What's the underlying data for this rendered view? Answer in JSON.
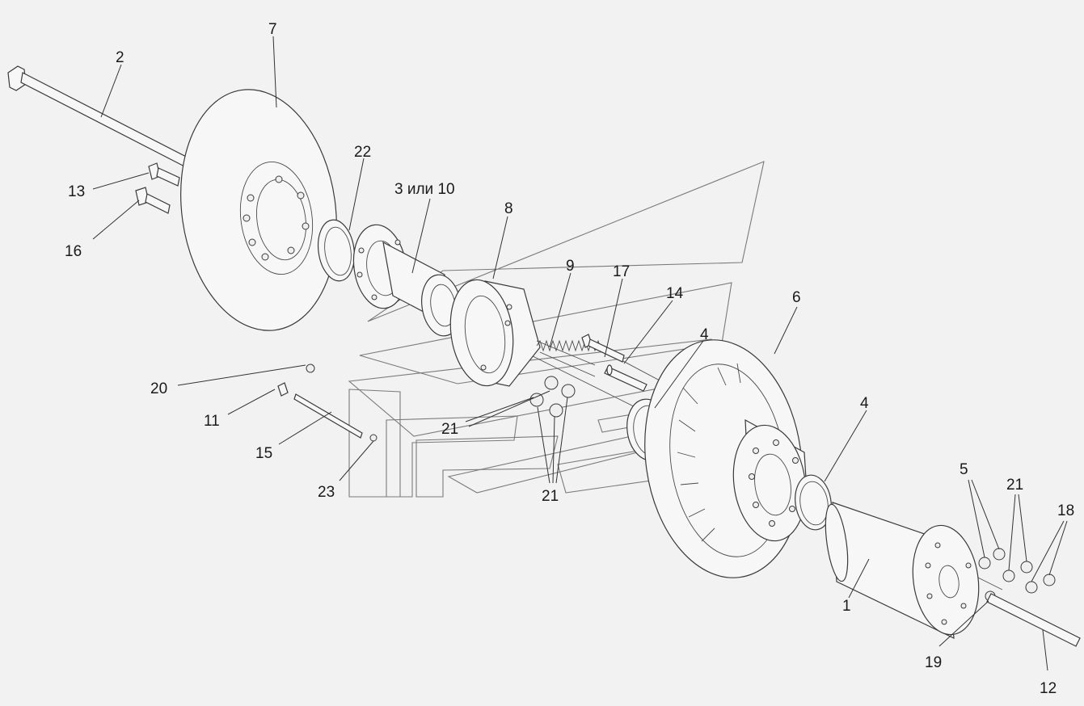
{
  "labels": {
    "l2": "2",
    "l7": "7",
    "l13": "13",
    "l16": "16",
    "l22": "22",
    "l3": "3 или 10",
    "l8": "8",
    "l9": "9",
    "l17": "17",
    "l14": "14",
    "l4a": "4",
    "l6": "6",
    "l4b": "4",
    "l20": "20",
    "l11": "11",
    "l15": "15",
    "l23": "23",
    "l21a": "21",
    "l21b": "21",
    "l5": "5",
    "l21c": "21",
    "l18": "18",
    "l1": "1",
    "l19": "19",
    "l12": "12"
  }
}
